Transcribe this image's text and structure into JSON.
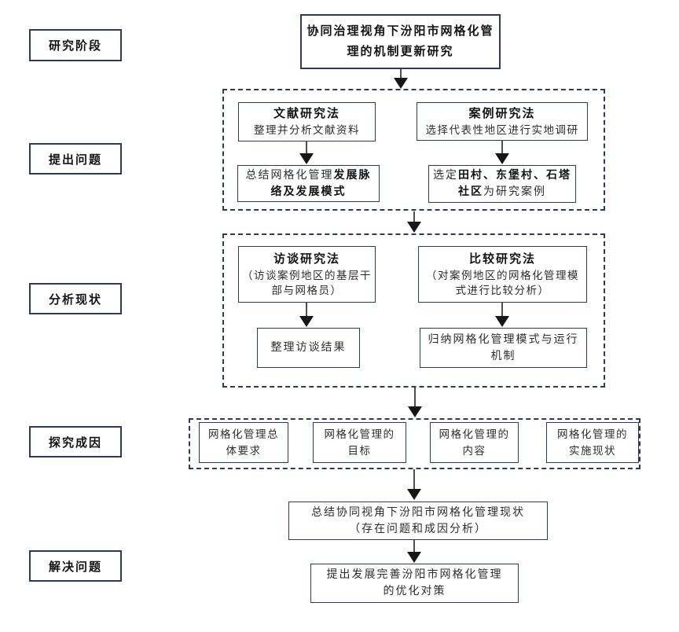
{
  "colors": {
    "border": "#2e3a5c",
    "arrow_head": "#161616",
    "arrow_stem": "#4f4f4f",
    "text": "#1f1f1f",
    "background": "#ffffff"
  },
  "stages": [
    {
      "label": "研究阶段"
    },
    {
      "label": "提出问题"
    },
    {
      "label": "分析现状"
    },
    {
      "label": "探究成因"
    },
    {
      "label": "解决问题"
    }
  ],
  "title": {
    "line1": "协同治理视角下汾阳市网格化管",
    "line2": "理的机制更新研究"
  },
  "phase1": {
    "literature": {
      "method": "文献研究法",
      "desc": "整理并分析文献资料"
    },
    "literature_result": {
      "pre": "总结网格化管理",
      "bold": "发展脉络及发展模式"
    },
    "case": {
      "method": "案例研究法",
      "desc": "选择代表性地区进行实地调研"
    },
    "case_result": {
      "pre": "选定",
      "bold": "田村、东堡村、石塔社区",
      "post": "为研究案例"
    }
  },
  "phase2": {
    "interview": {
      "method": "访谈研究法",
      "desc": "（访谈案例地区的基层干部与网格员）"
    },
    "interview_result": "整理访谈结果",
    "compare": {
      "method": "比较研究法",
      "desc": "（对案例地区的网格化管理模式进行比较分析）"
    },
    "compare_result": "归纳网格化管理模式与运行机制"
  },
  "causes": [
    {
      "label": "网格化管理总体要求"
    },
    {
      "label": "网格化管理的目标"
    },
    {
      "label": "网格化管理的内容"
    },
    {
      "label": "网格化管理的实施现状"
    }
  ],
  "conclusion": {
    "line1": "总结协同视角下汾阳市网格化管理现状",
    "line2": "（存在问题和成因分析）"
  },
  "solution": {
    "line1": "提出发展完善汾阳市网格化管理",
    "line2": "的优化对策"
  }
}
